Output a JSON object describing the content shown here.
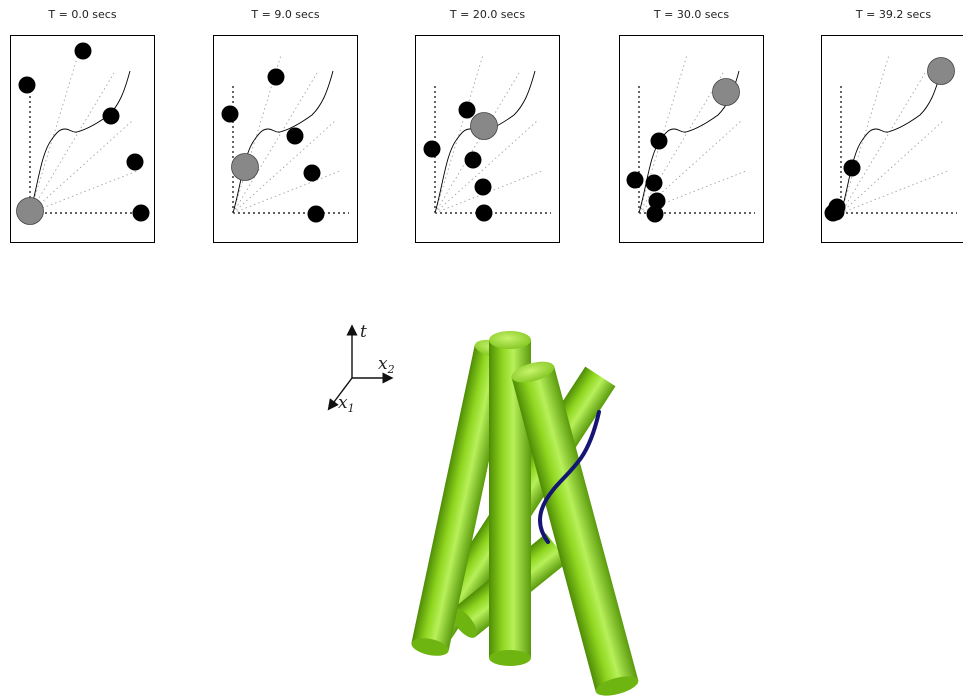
{
  "panels": [
    {
      "title": "T = 0.0 secs",
      "robot": [
        20,
        176
      ],
      "obstacles": [
        [
          17,
          50
        ],
        [
          73,
          16
        ],
        [
          101,
          81
        ],
        [
          125,
          127
        ],
        [
          131,
          178
        ]
      ]
    },
    {
      "title": "T = 9.0 secs",
      "robot": [
        32,
        132
      ],
      "obstacles": [
        [
          17,
          79
        ],
        [
          63,
          42
        ],
        [
          82,
          101
        ],
        [
          99,
          138
        ],
        [
          103,
          179
        ]
      ]
    },
    {
      "title": "T = 20.0 secs",
      "robot": [
        69,
        91
      ],
      "obstacles": [
        [
          17,
          114
        ],
        [
          52,
          75
        ],
        [
          58,
          125
        ],
        [
          68,
          152
        ],
        [
          69,
          178
        ]
      ]
    },
    {
      "title": "T = 30.0 secs",
      "robot": [
        107,
        57
      ],
      "obstacles": [
        [
          16,
          145
        ],
        [
          40,
          106
        ],
        [
          35,
          148
        ],
        [
          38,
          166
        ],
        [
          36,
          179
        ]
      ]
    },
    {
      "title": "T = 39.2 secs",
      "robot": [
        120,
        36
      ],
      "obstacles": [
        [
          14,
          176
        ],
        [
          31,
          133
        ],
        [
          16,
          172
        ],
        [
          15,
          177
        ],
        [
          12,
          178
        ]
      ]
    }
  ],
  "axes3d": {
    "t_label": "t",
    "x2_base": "x",
    "x2_sub": "2",
    "x1_base": "x",
    "x1_sub": "1"
  },
  "colors": {
    "cylinder": "#86d01a",
    "cylinder_dark": "#4e8c06",
    "cylinder_light": "#b7f05a",
    "trajectory": "#151573",
    "robot": "#888888",
    "obstacle": "#000000"
  }
}
